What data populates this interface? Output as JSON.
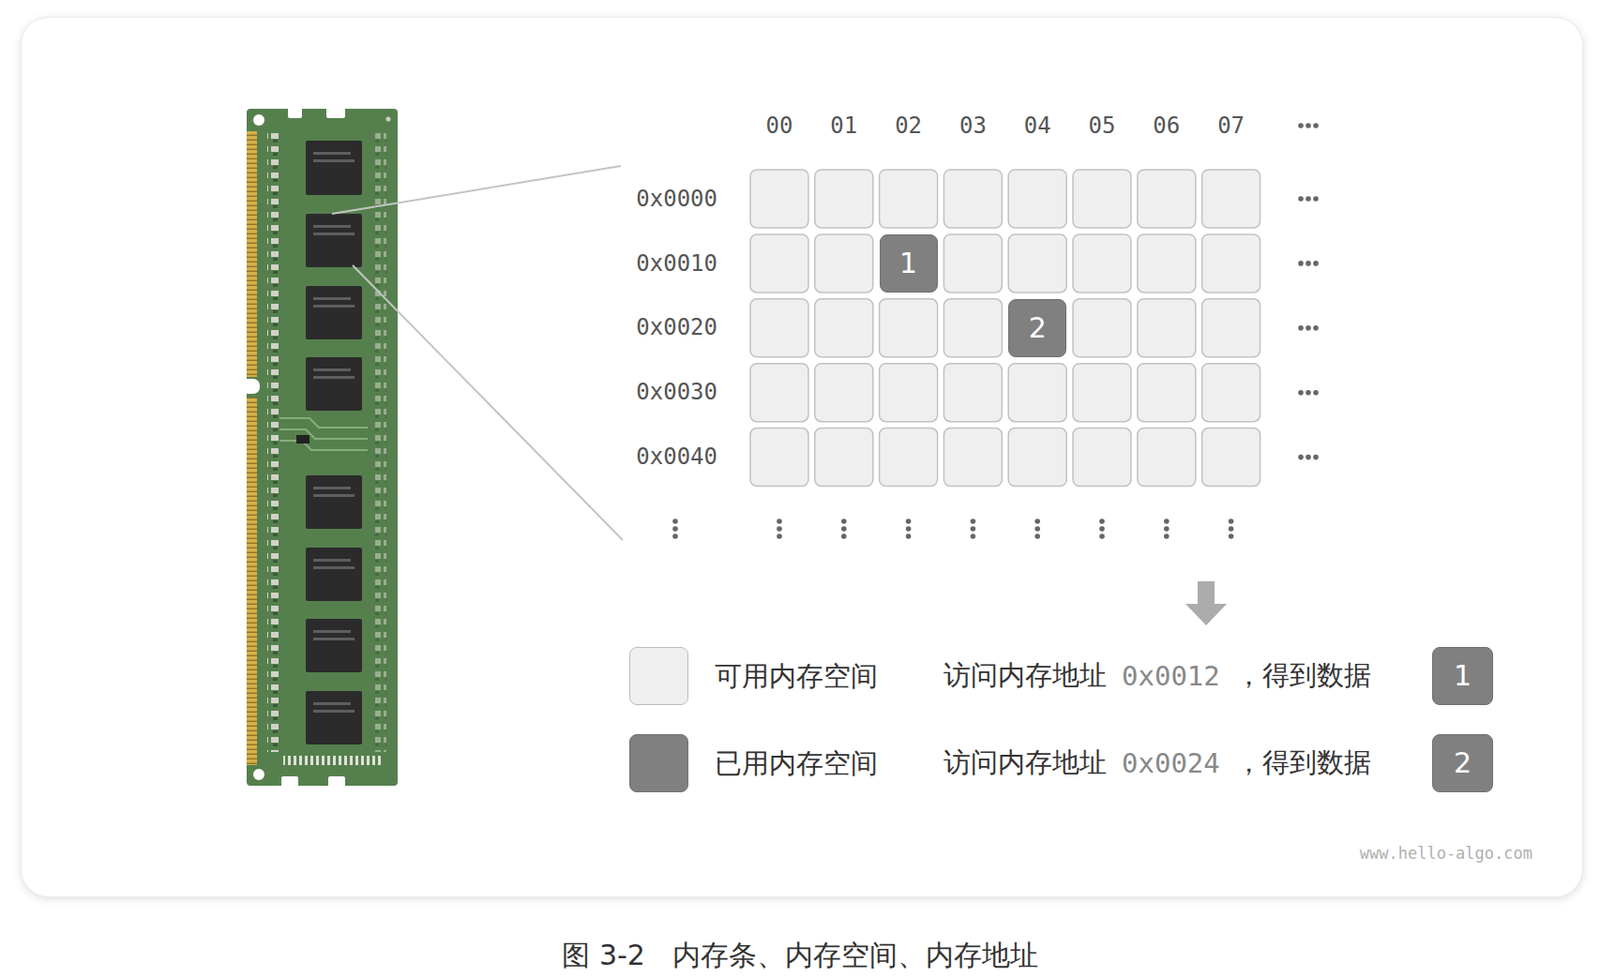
{
  "diagram": {
    "caption": "图 3-2   内存条、内存空间、内存地址",
    "nodes": [
      {
        "text": [
          "1"
        ]
      },
      {
        "text": [
          "2"
        ]
      },
      {
        "text": [
          "1"
        ]
      },
      {
        "text": [
          "2"
        ]
      }
    ],
    "labels": [
      "00",
      "01",
      "02",
      "03",
      "04",
      "05",
      "06",
      "07",
      "0x0000",
      "0x0010",
      "0x0020",
      "0x0030",
      "0x0040",
      "访问内存地址",
      "0x0012",
      "，得到数据",
      "访问内存地址",
      "0x0024",
      "，得到数据",
      "www.hello-algo.com"
    ],
    "legend": [
      {
        "text": "可用内存空间",
        "color": "#efefef"
      },
      {
        "text": "已用内存空间",
        "color": "#808080"
      }
    ]
  }
}
